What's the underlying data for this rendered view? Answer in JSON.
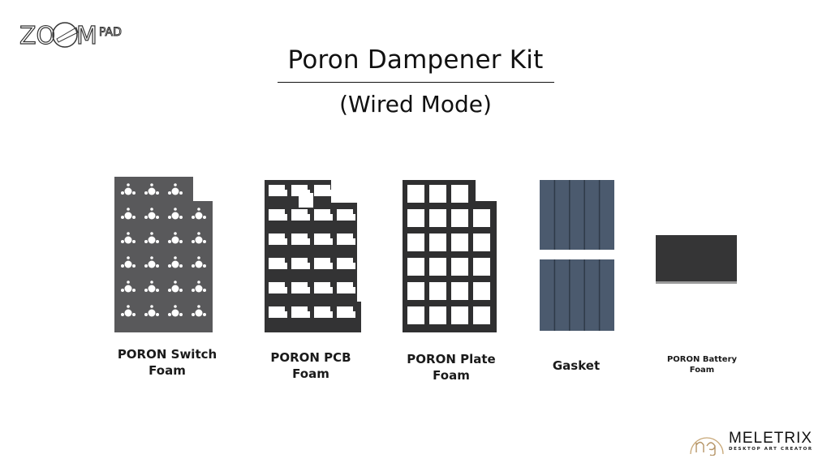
{
  "brand_logo": "ZOOMPAD",
  "title": "Poron Dampener Kit",
  "subtitle": "(Wired Mode)",
  "items": [
    {
      "label_line1": "PORON Switch",
      "label_line2": "Foam",
      "color": "#59595b"
    },
    {
      "label_line1": "PORON PCB",
      "label_line2": "Foam",
      "color": "#333334"
    },
    {
      "label_line1": "PORON Plate",
      "label_line2": "Foam",
      "color": "#2f2f30"
    },
    {
      "label_line1": "Gasket",
      "label_line2": "",
      "color": "#4b5a6e"
    },
    {
      "label_line1": "PORON Battery",
      "label_line2": "Foam",
      "color": "#353536"
    }
  ],
  "footer_logo": {
    "name": "MELETRIX",
    "tagline": "DESKTOP ART CREATOR",
    "accent": "#c8a878"
  }
}
